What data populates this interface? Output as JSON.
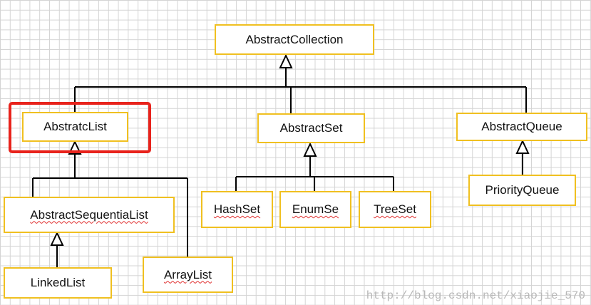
{
  "nodes": {
    "abstract_collection": "AbstractCollection",
    "abstract_list": "AbstratcList",
    "abstract_set": "AbstractSet",
    "abstract_queue": "AbstractQueue",
    "abstract_sequential_list": "AbstractSequentiaList",
    "priority_queue": "PriorityQueue",
    "hash_set": "HashSet",
    "enum_set": "EnumSe",
    "tree_set": "TreeSet",
    "linked_list": "LinkedList",
    "array_list": "ArrayList"
  },
  "colors": {
    "node_border": "#f0c020",
    "highlight": "#e8231c",
    "line": "#000000"
  },
  "watermark": "http://blog.csdn.net/xiaojie_570"
}
